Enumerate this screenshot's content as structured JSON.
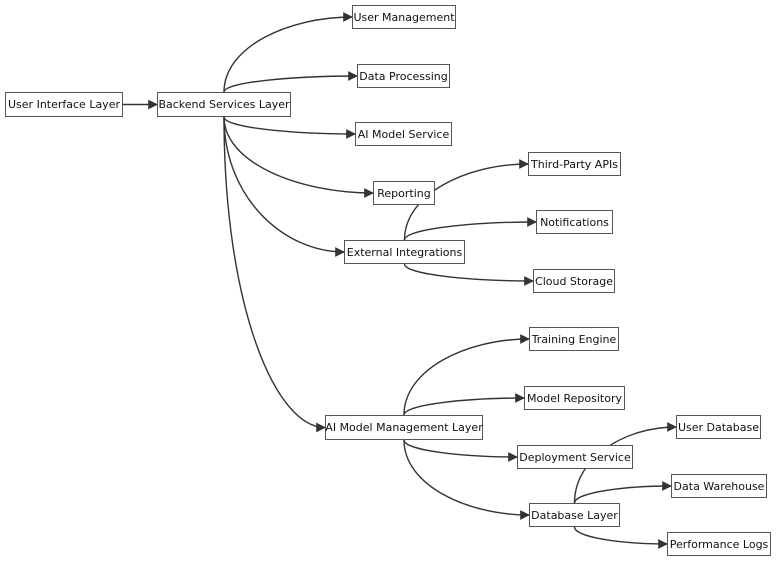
{
  "nodes": {
    "ui": "User Interface Layer",
    "backend": "Backend Services Layer",
    "user_mgmt": "User Management",
    "data_proc": "Data Processing",
    "ai_svc": "AI Model Service",
    "reporting": "Reporting",
    "ext_int": "External Integrations",
    "third_party": "Third-Party APIs",
    "notifications": "Notifications",
    "cloud_storage": "Cloud Storage",
    "ai_mgmt": "AI Model Management Layer",
    "training": "Training Engine",
    "model_repo": "Model Repository",
    "deploy": "Deployment Service",
    "db_layer": "Database Layer",
    "user_db": "User Database",
    "data_wh": "Data Warehouse",
    "perf_logs": "Performance Logs"
  },
  "edges": [
    [
      "ui",
      "backend"
    ],
    [
      "backend",
      "user_mgmt"
    ],
    [
      "backend",
      "data_proc"
    ],
    [
      "backend",
      "ai_svc"
    ],
    [
      "backend",
      "reporting"
    ],
    [
      "backend",
      "ext_int"
    ],
    [
      "backend",
      "ai_mgmt"
    ],
    [
      "ext_int",
      "third_party"
    ],
    [
      "ext_int",
      "notifications"
    ],
    [
      "ext_int",
      "cloud_storage"
    ],
    [
      "ai_mgmt",
      "training"
    ],
    [
      "ai_mgmt",
      "model_repo"
    ],
    [
      "ai_mgmt",
      "deploy"
    ],
    [
      "ai_mgmt",
      "db_layer"
    ],
    [
      "db_layer",
      "user_db"
    ],
    [
      "db_layer",
      "data_wh"
    ],
    [
      "db_layer",
      "perf_logs"
    ]
  ]
}
